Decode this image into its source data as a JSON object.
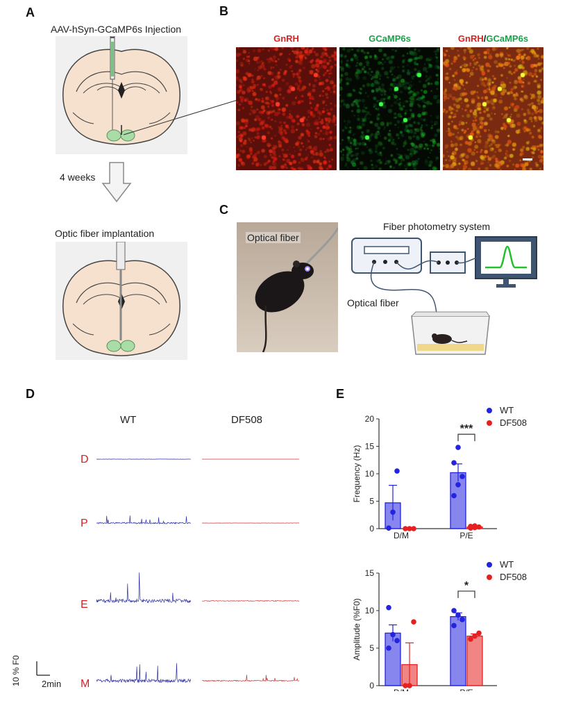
{
  "panel_letters": {
    "a": "A",
    "b": "B",
    "c": "C",
    "d": "D",
    "e": "E"
  },
  "panel_a": {
    "injection_label": "AAV-hSyn-GCaMP6s Injection",
    "wait_label": "4 weeks",
    "implant_label": "Optic fiber implantation"
  },
  "panel_b": {
    "titles": {
      "gnrh": "GnRH",
      "gcamp": "GCaMP6s",
      "merge_a": "GnRH",
      "merge_sep": "/",
      "merge_b": "GCaMP6s"
    },
    "colors": {
      "gnrh": "#e02020",
      "gcamp": "#1aa24a",
      "black": "#111111"
    }
  },
  "panel_c": {
    "optical_fiber_label": "Optical fiber",
    "system_label": "Fiber photometry system",
    "optical_fiber_label_2": "Optical fiber"
  },
  "panel_d": {
    "col_wt": "WT",
    "col_df": "DF508",
    "rows": [
      "D",
      "P",
      "E",
      "M"
    ],
    "scale_y": "10 % F0",
    "scale_x": "2min",
    "colors": {
      "wt": "#2b2fa0",
      "df": "#d53030"
    }
  },
  "chart_data": [
    {
      "type": "bar",
      "ylabel": "Frequency (Hz)",
      "xlabel": "",
      "categories": [
        "D/M",
        "P/E"
      ],
      "ylim": [
        0,
        20
      ],
      "yticks": [
        0,
        5,
        10,
        15,
        20
      ],
      "legend": "top-right",
      "series": [
        {
          "name": "WT",
          "color": "#2323e0",
          "values": [
            4.7,
            10.2
          ],
          "sem": [
            3.2,
            1.6
          ],
          "points": [
            [
              0.1,
              3.0,
              10.5
            ],
            [
              6.0,
              8.0,
              9.5,
              12.0,
              14.8
            ]
          ]
        },
        {
          "name": "DF508",
          "color": "#e62020",
          "values": [
            0.0,
            0.3
          ],
          "sem": [
            0,
            0.15
          ],
          "points": [
            [
              0.0,
              0.0,
              0.0
            ],
            [
              0.1,
              0.2,
              0.3,
              0.4,
              0.5
            ]
          ]
        }
      ],
      "annotations": [
        {
          "text": "***",
          "between": "P/E"
        }
      ]
    },
    {
      "type": "bar",
      "ylabel": "Amplitude (%F0)",
      "xlabel": "",
      "categories": [
        "D/M",
        "P/E"
      ],
      "ylim": [
        0,
        15
      ],
      "yticks": [
        0,
        5,
        10,
        15
      ],
      "legend": "top-right",
      "series": [
        {
          "name": "WT",
          "color": "#2323e0",
          "values": [
            7.0,
            9.2
          ],
          "sem": [
            1.1,
            0.5
          ],
          "points": [
            [
              10.4,
              6.8,
              6.0,
              5.0
            ],
            [
              10.0,
              9.4,
              8.8,
              8.0
            ]
          ]
        },
        {
          "name": "DF508",
          "color": "#e62020",
          "values": [
            2.8,
            6.6
          ],
          "sem": [
            2.9,
            0.3
          ],
          "points": [
            [
              0.0,
              0.0,
              8.5
            ],
            [
              6.2,
              6.6,
              7.0
            ]
          ]
        }
      ],
      "annotations": [
        {
          "text": "*",
          "between": "P/E"
        }
      ]
    }
  ]
}
